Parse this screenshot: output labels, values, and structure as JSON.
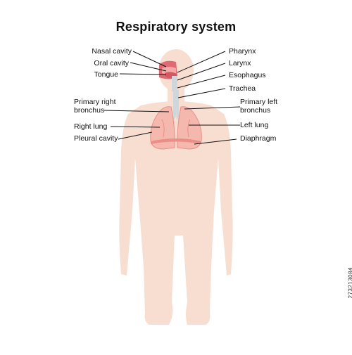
{
  "title": "Respiratory system",
  "labels_left": [
    {
      "id": "nasal-cavity",
      "text": "Nasal cavity"
    },
    {
      "id": "oral-cavity",
      "text": "Oral cavity"
    },
    {
      "id": "tongue",
      "text": "Tongue"
    },
    {
      "id": "primary-right-bronchus",
      "lines": [
        "Primary right",
        "bronchus"
      ]
    },
    {
      "id": "right-lung",
      "text": "Right lung"
    },
    {
      "id": "pleural-cavity",
      "text": "Pleural cavity"
    }
  ],
  "labels_right": [
    {
      "id": "pharynx",
      "text": "Pharynx"
    },
    {
      "id": "larynx",
      "text": "Larynx"
    },
    {
      "id": "esophagus",
      "text": "Esophagus"
    },
    {
      "id": "trachea",
      "text": "Trachea"
    },
    {
      "id": "primary-left-bronchus",
      "lines": [
        "Primary left",
        "bronchus"
      ]
    },
    {
      "id": "left-lung",
      "text": "Left lung"
    },
    {
      "id": "diaphragm",
      "text": "Diaphragm"
    }
  ],
  "stock_id": "273213084",
  "colors": {
    "body": "#f8ded0",
    "lung": "#f4b8ae",
    "lung_dark": "#e98f87",
    "airway": "#cfd6dc",
    "mouth": "#e06a73",
    "line": "#111111"
  }
}
